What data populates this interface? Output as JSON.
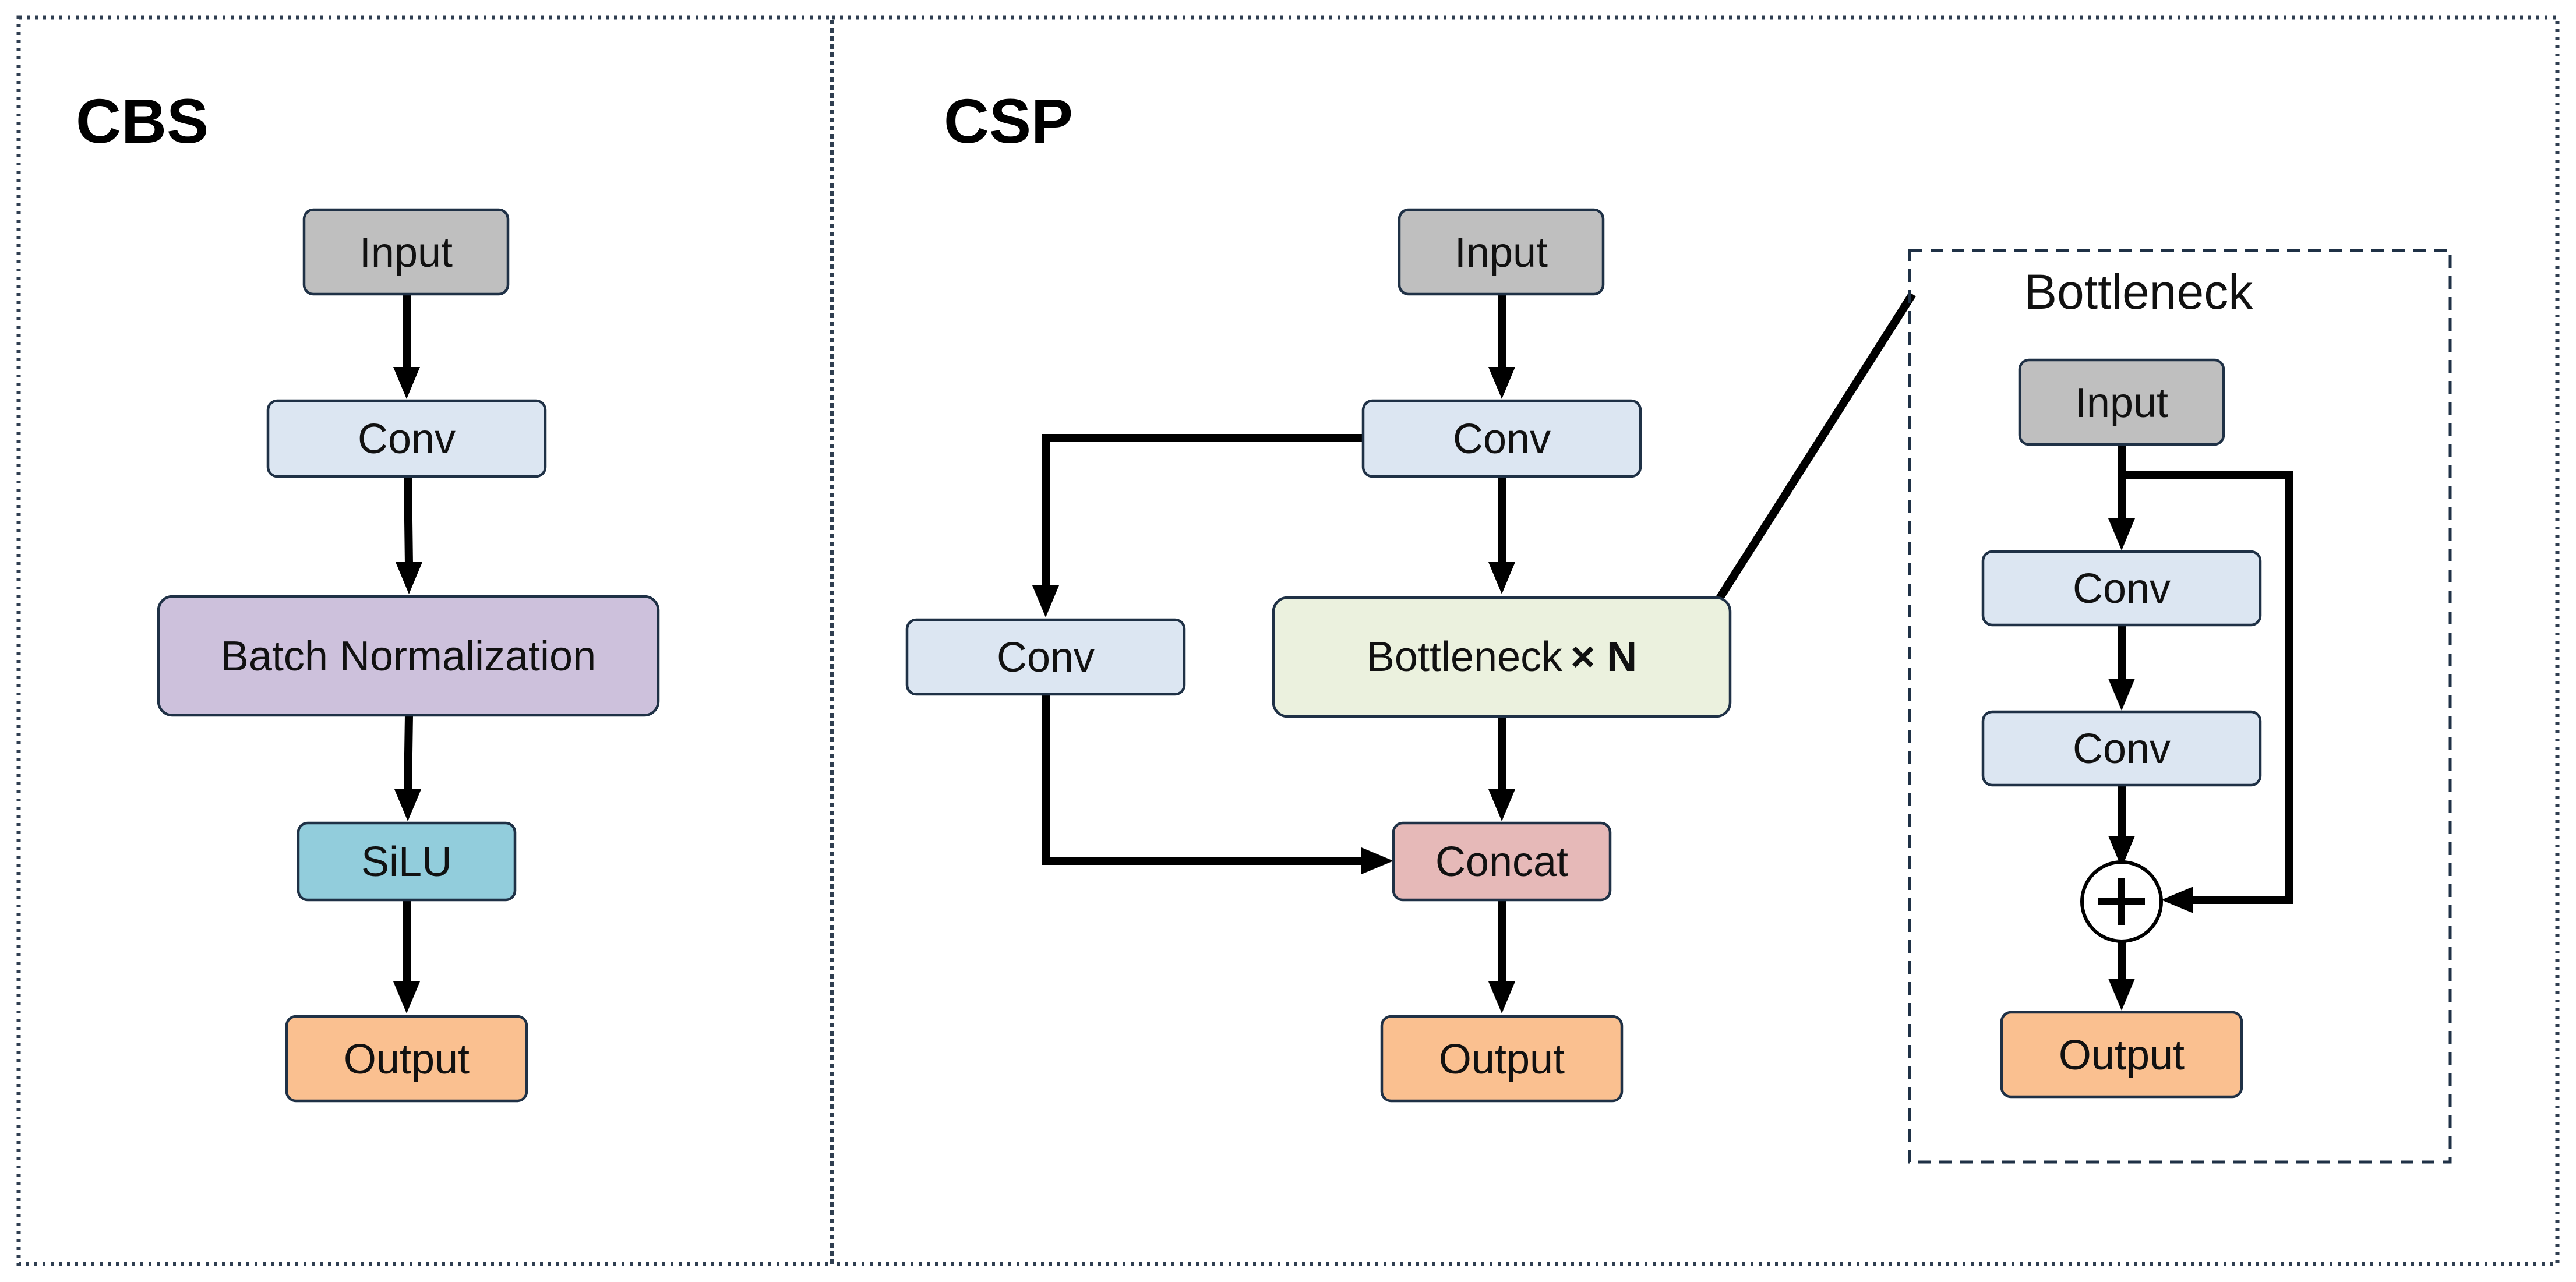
{
  "cbs": {
    "title": "CBS",
    "input": "Input",
    "conv": "Conv",
    "batch_norm": "Batch Normalization",
    "silu": "SiLU",
    "output": "Output"
  },
  "csp": {
    "title": "CSP",
    "input": "Input",
    "conv_main": "Conv",
    "conv_side": "Conv",
    "bottleneck_label": "Bottleneck",
    "bottleneck_times": "× N",
    "concat": "Concat",
    "output": "Output"
  },
  "bottleneck_inset": {
    "title": "Bottleneck",
    "input": "Input",
    "conv1": "Conv",
    "conv2": "Conv",
    "add_symbol": "+",
    "output": "Output"
  },
  "colors": {
    "input": "#bfbfbf",
    "conv": "#dce6f2",
    "batch_norm": "#cdc1dc",
    "silu": "#92cddc",
    "output": "#fac090",
    "bottleneck": "#ebf1de",
    "concat": "#e6b9b8"
  }
}
